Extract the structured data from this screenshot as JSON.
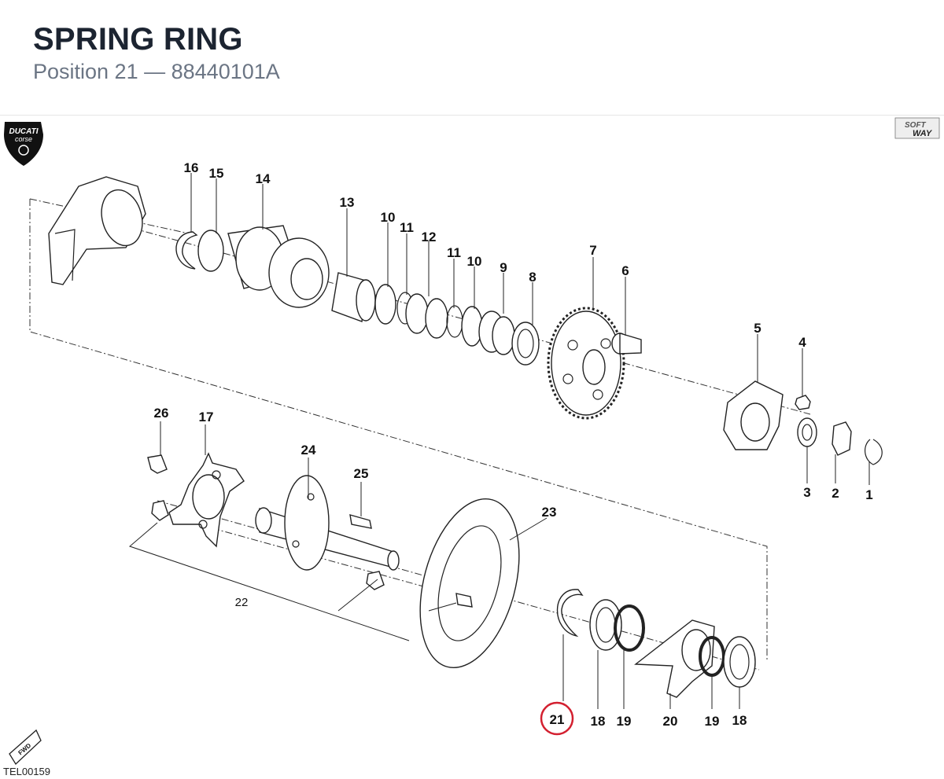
{
  "header": {
    "title": "SPRING RING",
    "position_label": "Position 21",
    "separator": "—",
    "part_number": "88440101A"
  },
  "brand": {
    "logo_word": "DUCATI",
    "logo_sub": "corse",
    "softway_top": "SOFT",
    "softway_bottom": "WAY",
    "fwd": "FWD"
  },
  "diagram": {
    "code": "TEL00159",
    "highlighted": "21",
    "highlight_color": "#d32030",
    "callouts": [
      "16",
      "15",
      "14",
      "13",
      "10",
      "11",
      "12",
      "11",
      "10",
      "9",
      "8",
      "7",
      "6",
      "5",
      "4",
      "3",
      "2",
      "1",
      "26",
      "17",
      "24",
      "25",
      "23",
      "22",
      "21",
      "18",
      "19",
      "20",
      "19",
      "18"
    ]
  }
}
